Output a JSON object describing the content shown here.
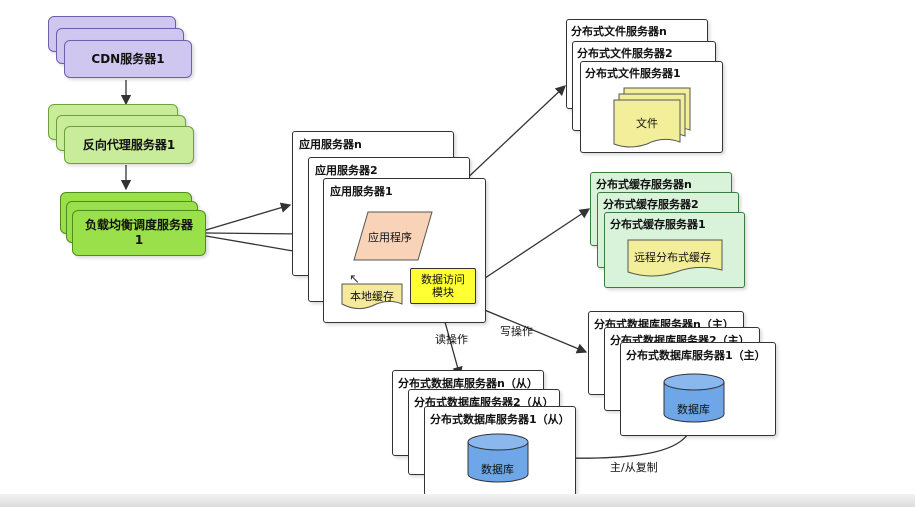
{
  "cdn": {
    "label": "CDN服务器1"
  },
  "reverse_proxy": {
    "label": "反向代理服务器1"
  },
  "load_balancer": {
    "label": "负载均衡调度服务器\n1"
  },
  "app_servers": {
    "titles": [
      "应用服务器n",
      "应用服务器2",
      "应用服务器1"
    ],
    "app_program": "应用程序",
    "local_cache": "本地缓存",
    "data_access": "数据访问\n模块"
  },
  "file_servers": {
    "titles": [
      "分布式文件服务器n",
      "分布式文件服务器2",
      "分布式文件服务器1"
    ],
    "file": "文件"
  },
  "cache_servers": {
    "titles": [
      "分布式缓存服务器n",
      "分布式缓存服务器2",
      "分布式缓存服务器1"
    ],
    "remote_cache": "远程分布式缓存"
  },
  "master_db": {
    "titles": [
      "分布式数据库服务器n（主）",
      "分布式数据库服务器2（主）",
      "分布式数据库服务器1（主）"
    ],
    "db": "数据库"
  },
  "slave_db": {
    "titles": [
      "分布式数据库服务器n（从）",
      "分布式数据库服务器2（从）",
      "分布式数据库服务器1（从）"
    ],
    "db": "数据库"
  },
  "edge_labels": {
    "read": "读操作",
    "write": "写操作",
    "replication": "主/从复制"
  },
  "colors": {
    "cdn": "#cfc7ef",
    "proxy": "#c8ec9a",
    "balancer": "#9ae04a",
    "app_program": "#f8d3b8",
    "local_cache": "#f6ea9a",
    "data_access": "#ffff33",
    "file": "#f3ee9a",
    "cache_bg": "#d8f3da",
    "db": "#6ea6e8"
  }
}
